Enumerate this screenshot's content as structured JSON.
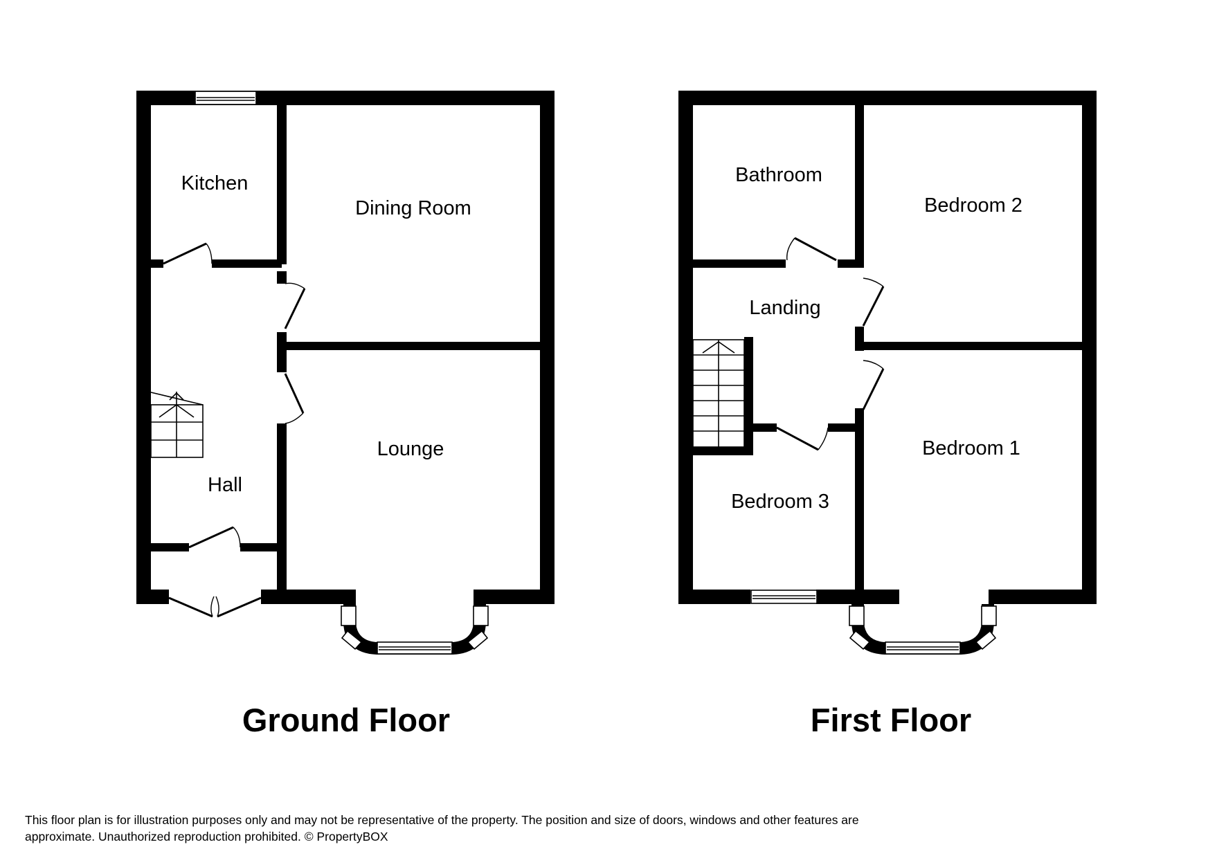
{
  "floors": [
    {
      "title": "Ground Floor",
      "rooms": [
        "Kitchen",
        "Dining Room",
        "Hall",
        "Lounge"
      ]
    },
    {
      "title": "First Floor",
      "rooms": [
        "Bathroom",
        "Bedroom 2",
        "Landing",
        "Bedroom 1",
        "Bedroom 3"
      ]
    }
  ],
  "disclaimer": {
    "line1": "This floor plan is for illustration purposes only and may not be representative of the property. The position and size of doors, windows and other features are",
    "line2": "approximate. Unauthorized reproduction prohibited. © PropertyBOX"
  }
}
